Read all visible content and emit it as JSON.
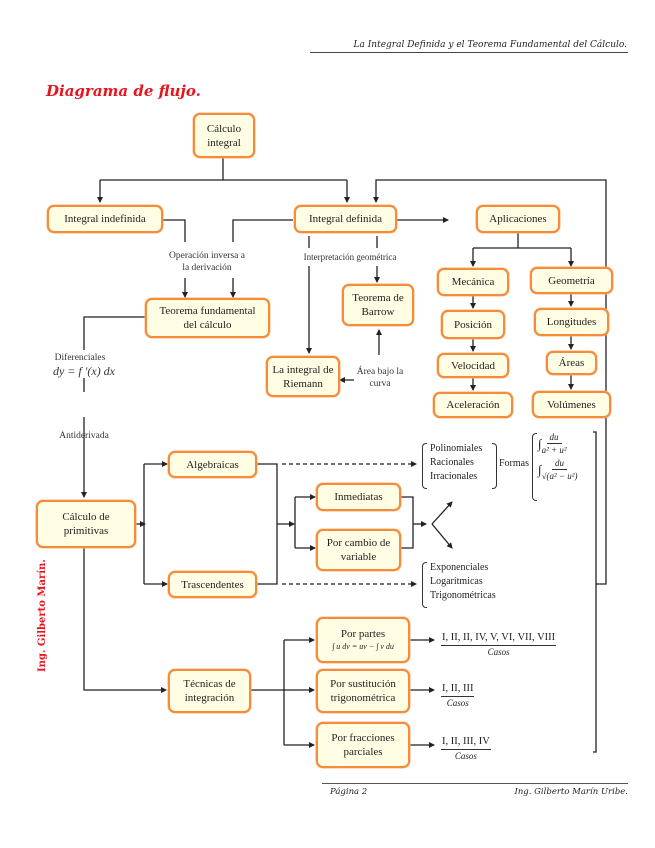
{
  "header": {
    "title": "La Integral Definida y el Teorema Fundamental del Cálculo."
  },
  "footer": {
    "page": "Página 2",
    "author": "Ing. Gilberto Marín Uribe."
  },
  "diagram": {
    "title": "Diagrama de flujo.",
    "side_signature": "Ing. Gilberto Marín.",
    "nodes": {
      "calculo_integral": "Cálculo integral",
      "integral_indefinida": "Integral indefinida",
      "integral_definida": "Integral definida",
      "aplicaciones": "Aplicaciones",
      "teorema_fundamental": "Teorema fundamental del cálculo",
      "teorema_barrow": "Teorema de Barrow",
      "integral_riemann": "La integral de Riemann",
      "mecanica": "Mecánica",
      "posicion": "Posición",
      "velocidad": "Velocidad",
      "aceleracion": "Aceleración",
      "geometria": "Geometría",
      "longitudes": "Longitudes",
      "areas": "Áreas",
      "volumenes": "Volúmenes",
      "calculo_primitivas": "Cálculo de primitivas",
      "algebraicas": "Algebraicas",
      "trascendentes": "Trascendentes",
      "inmediatas": "Inmediatas",
      "por_cambio_variable": "Por cambio de variable",
      "tecnicas_integracion": "Técnicas de integración",
      "por_partes": "Por partes",
      "por_partes_formula": "∫ u dv = uv − ∫ v du",
      "por_sustitucion": "Por sustitución trigonométrica",
      "por_fracciones": "Por fracciones parciales"
    },
    "labels": {
      "operacion_inversa": "Operación inversa a la derivación",
      "interpretacion": "Interpretación geométrica",
      "area_bajo": "Área bajo la curva",
      "diferenciales": "Diferenciales",
      "diferenciales_formula": "dy = f ′(x) dx",
      "antiderivada": "Antiderivada",
      "formas": "Formas"
    },
    "algebraic_types": [
      "Polinomiales",
      "Racionales",
      "Irracionales"
    ],
    "transcendent_types": [
      "Exponenciales",
      "Logarítmicas",
      "Trigonométricas"
    ],
    "formas": [
      {
        "num": "du",
        "den": "a² + u²"
      },
      {
        "num": "du",
        "den": "√(a² − u²)"
      }
    ],
    "casos": {
      "caption": "Casos",
      "partes": "I, II, II, IV, V, VI, VII, VIII",
      "sustitucion": "I, II, III",
      "fracciones": "I, II, III, IV"
    }
  }
}
